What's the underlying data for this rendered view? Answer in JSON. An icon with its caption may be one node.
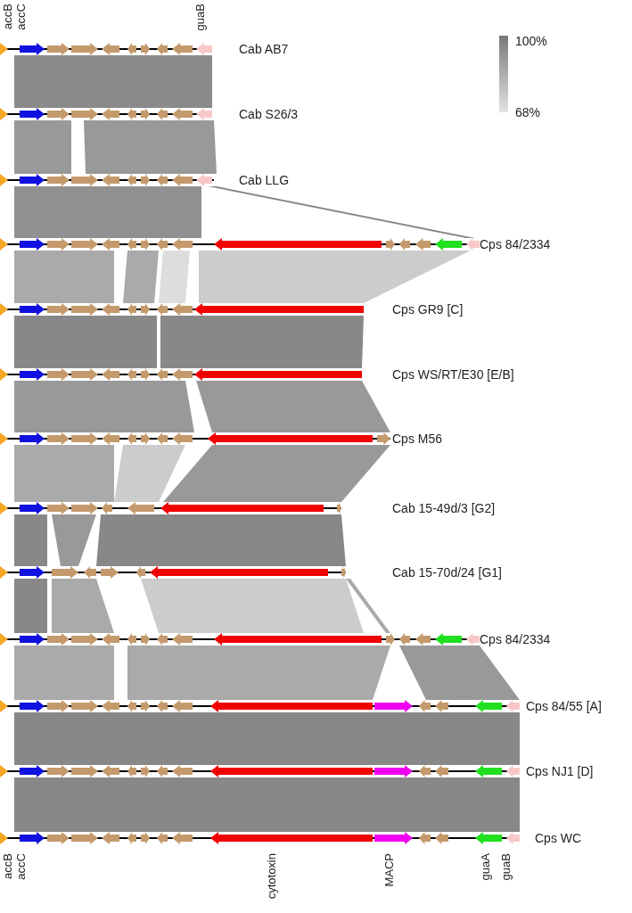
{
  "diagram": {
    "labels": [
      "accB",
      "accC",
      "guaB",
      "Cab AB7",
      "100%",
      "Cab S26/3",
      "68%",
      "Cab LLG",
      "Cps 84/2334",
      "Cps GR9 [C]",
      "Cps WS/RT/E30 [E/B]",
      "Cps M56",
      "Cab 15-49d/3 [G2]",
      "Cab 15-70d/24 [G1]",
      "Cps 84/2334",
      "Cps 84/55 [A]",
      "Cps NJ1 [D]",
      "Cps WC",
      "accB",
      "accC",
      "cytotoxin",
      "MACP",
      "guaA",
      "guaB"
    ]
  }
}
